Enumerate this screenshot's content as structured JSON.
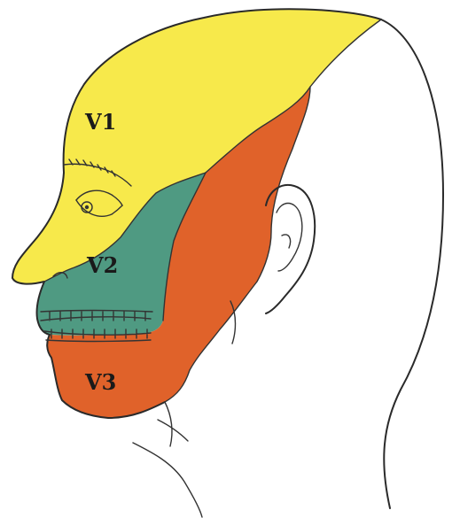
{
  "regions": {
    "v1": {
      "label": "V1",
      "color": "#f7e94b"
    },
    "v2": {
      "label": "V2",
      "color": "#4f9a82"
    },
    "v3": {
      "label": "V3",
      "color": "#e0622a"
    }
  },
  "colors": {
    "outline": "#2a2a2a",
    "background": "#ffffff"
  }
}
